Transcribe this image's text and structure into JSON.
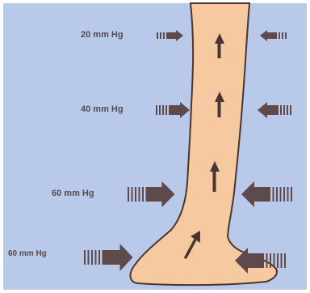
{
  "colors": {
    "background": "#b9c9e9",
    "leg_fill": "#f6c9a0",
    "leg_outline": "#4a3533",
    "arrow": "#5e4a4a",
    "label": "#5a4a4a"
  },
  "labels": {
    "level_1": "20 mm Hg",
    "level_2": "40 mm Hg",
    "level_3": "60 mm Hg",
    "level_4": "60 mm Hg"
  },
  "icons": {
    "pressure_arrow": "compression-arrow-icon",
    "flow_arrow": "upward-flow-arrow-icon"
  }
}
